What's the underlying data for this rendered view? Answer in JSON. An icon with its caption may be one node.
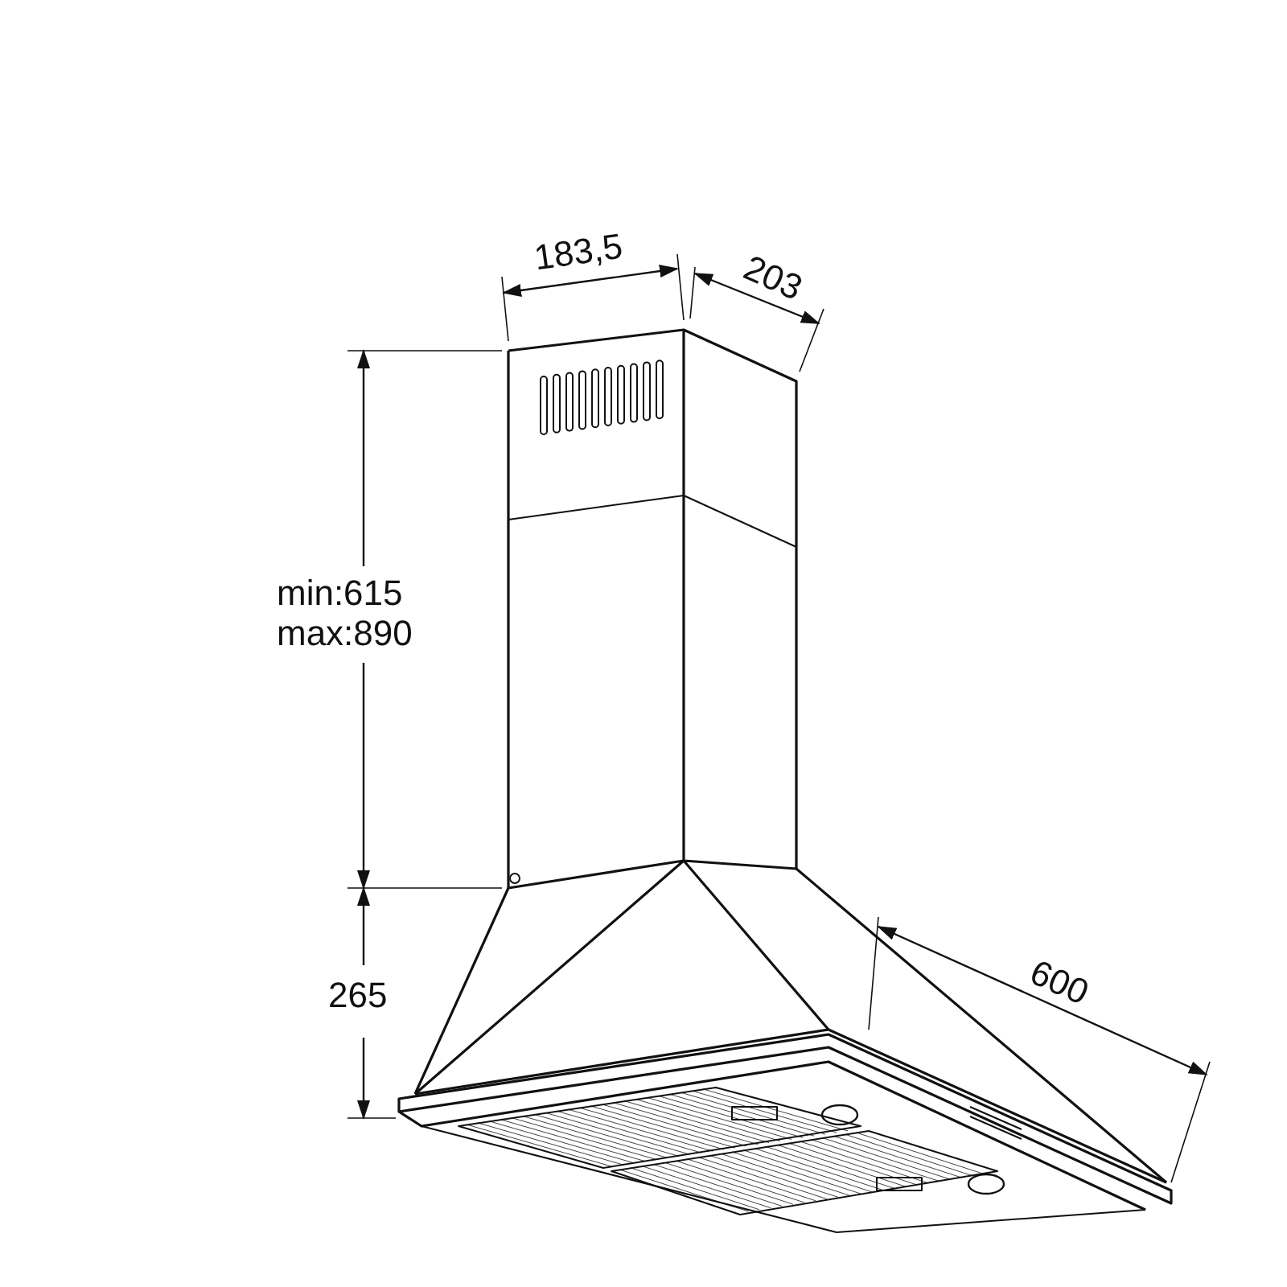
{
  "diagram": {
    "labels": [
      "183,5",
      "203",
      "min:615",
      "max:890",
      "265",
      "600"
    ]
  }
}
